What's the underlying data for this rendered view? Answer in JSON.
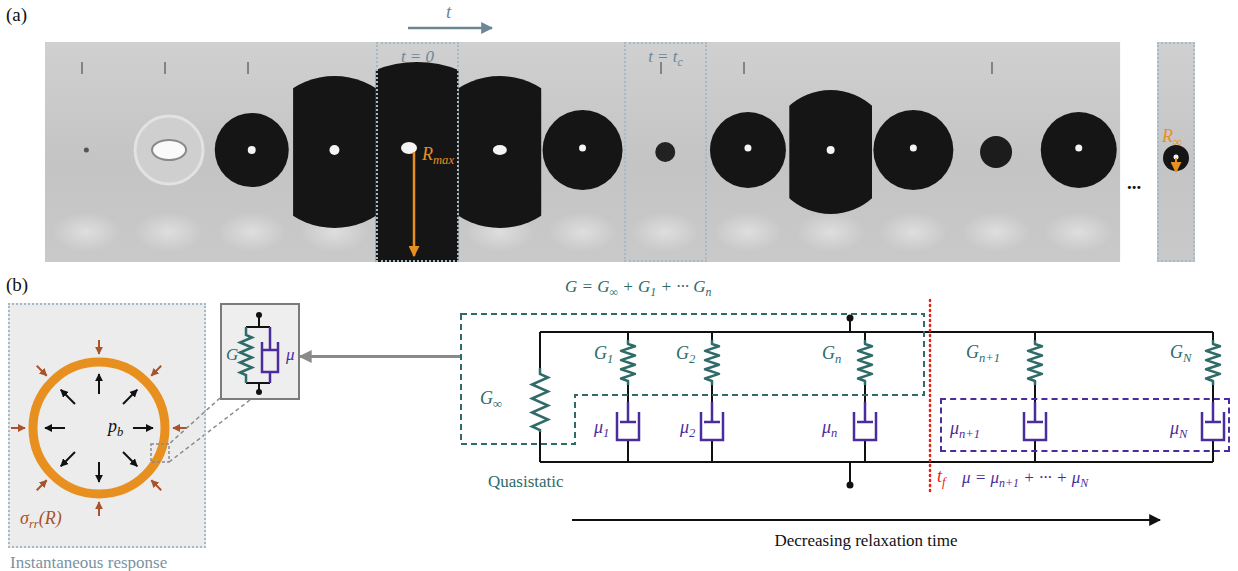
{
  "diagram": {
    "nodes": [
      {
        "text": [
          "t = 0",
          "Rmax"
        ]
      },
      {
        "text": [
          "t = tc"
        ]
      },
      {
        "text": [
          "R∞"
        ]
      },
      {
        "text": [
          "pb",
          "σrr(R)",
          "Instantaneous response"
        ]
      },
      {
        "text": [
          "G",
          "μ"
        ]
      },
      {
        "text": [
          "G = G∞ + G1 + ··· Gn",
          "G∞",
          "G1",
          "G2",
          "Gn",
          "Quasistatic"
        ]
      },
      {
        "text": [
          "μn+1",
          "μN",
          "μ = μn+1 + ··· + μN"
        ]
      }
    ],
    "edges": [
      {
        "from": 5,
        "to": 4,
        "arrow": "to"
      }
    ],
    "labels": [
      "(a)",
      "t",
      "...",
      "(b)",
      "μ1",
      "μ2",
      "μn",
      "Gn+1",
      "GN",
      "tf",
      "Decreasing relaxation time"
    ]
  }
}
